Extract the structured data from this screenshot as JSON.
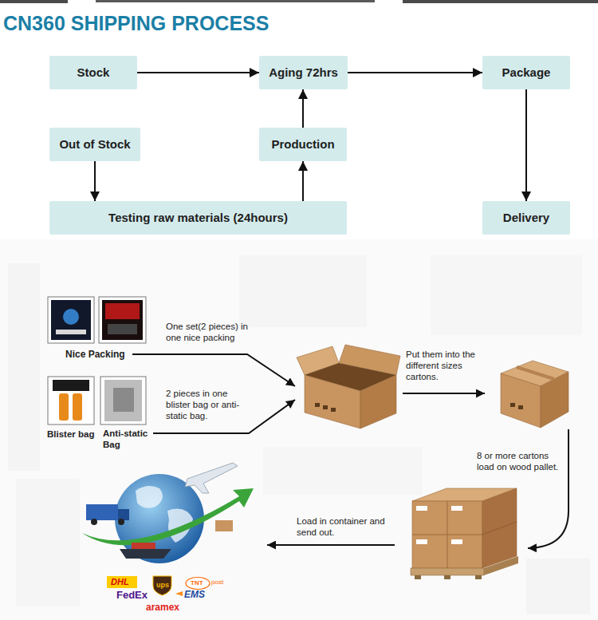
{
  "diagram": {
    "title": "CN360 SHIPPING PROCESS",
    "nodes": [
      {
        "text": [
          "Stock"
        ]
      },
      {
        "text": [
          "Aging 72hrs"
        ]
      },
      {
        "text": [
          "Package"
        ]
      },
      {
        "text": [
          "Out of Stock"
        ]
      },
      {
        "text": [
          "Production"
        ]
      },
      {
        "text": [
          "Testing raw materials (24hours)"
        ]
      },
      {
        "text": [
          "Delivery"
        ]
      }
    ],
    "edges": [
      {
        "from": 0,
        "to": 1,
        "arrow": "to"
      },
      {
        "from": 1,
        "to": 2,
        "arrow": "to"
      },
      {
        "from": 2,
        "to": 6,
        "arrow": "to"
      },
      {
        "from": 3,
        "to": 5,
        "arrow": "to"
      },
      {
        "from": 5,
        "to": 4,
        "arrow": "to"
      },
      {
        "from": 4,
        "to": 1,
        "arrow": "to"
      }
    ],
    "labels": [
      "One set(2 pieces) in one nice packing",
      "Nice Packing",
      "2 pieces in one blister bag or anti-static bag.",
      "Blister bag",
      "Anti-static Bag",
      "Put them into the different sizes cartons.",
      "8 or more cartons load on wood pallet.",
      "Load in container and send out.",
      "DHL",
      "ups",
      "TNT",
      "post",
      "FedEx",
      "EMS",
      "aramex"
    ]
  }
}
